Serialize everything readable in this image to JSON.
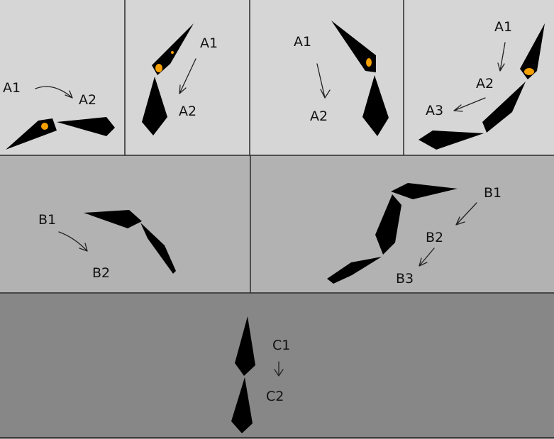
{
  "colors": {
    "row_a_background": "#d6d6d6",
    "row_b_background": "#b2b2b2",
    "row_c_background": "#878787",
    "segment": "#000000",
    "eye": "#f5a000",
    "divider": "#2a2a2a"
  },
  "panels": [
    {
      "id": "a-panel-1",
      "labels": [
        "A1",
        "A2"
      ],
      "has_eye": true
    },
    {
      "id": "a-panel-2",
      "labels": [
        "A1",
        "A2"
      ],
      "has_eye": true
    },
    {
      "id": "a-panel-3",
      "labels": [
        "A1",
        "A2"
      ],
      "has_eye": true
    },
    {
      "id": "a-panel-4",
      "labels": [
        "A1",
        "A2",
        "A3"
      ],
      "has_eye": true
    },
    {
      "id": "b-panel-1",
      "labels": [
        "B1",
        "B2"
      ],
      "has_eye": false
    },
    {
      "id": "b-panel-2",
      "labels": [
        "B1",
        "B2",
        "B3"
      ],
      "has_eye": false
    },
    {
      "id": "c-panel-1",
      "labels": [
        "C1",
        "C2"
      ],
      "has_eye": false
    }
  ]
}
